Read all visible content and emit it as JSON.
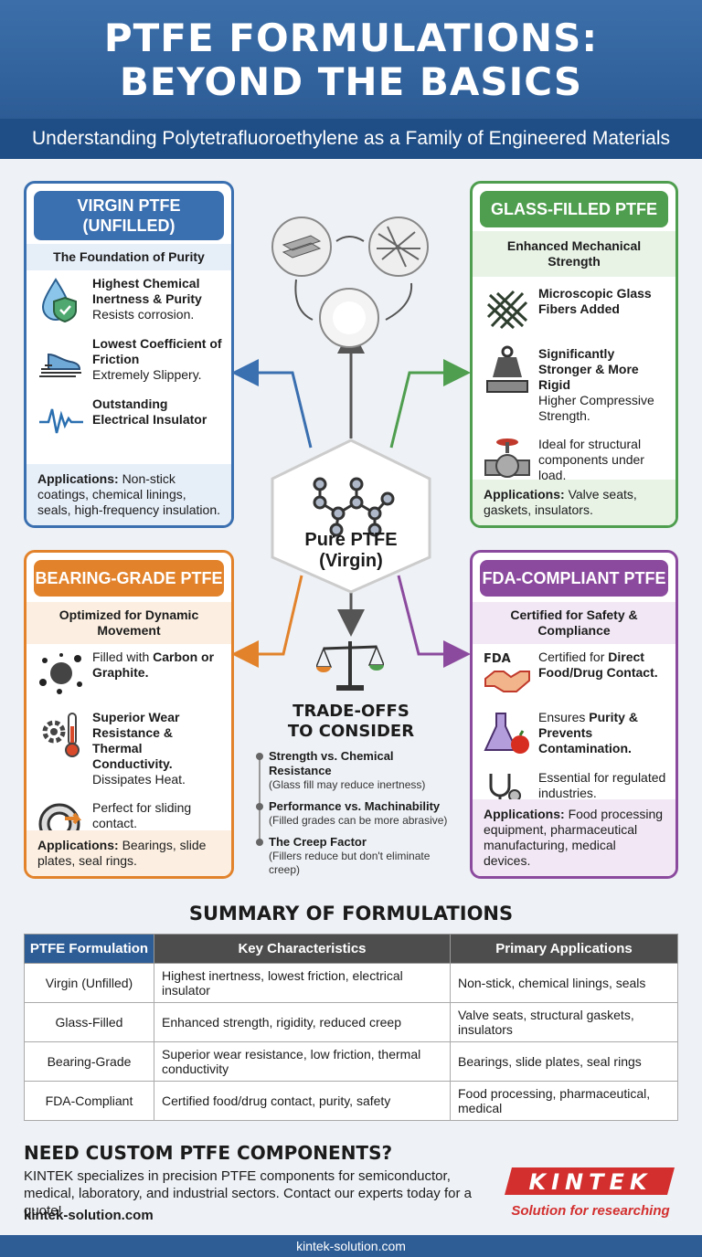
{
  "header": {
    "title_line1": "PTFE FORMULATIONS:",
    "title_line2": "BEYOND THE BASICS",
    "subtitle": "Understanding Polytetrafluoroethylene as a Family of Engineered Materials"
  },
  "colors": {
    "virgin": "#3a6fb0",
    "glass": "#4f9e4f",
    "bearing": "#e2832c",
    "fda": "#8b4a9e",
    "header": "#2e5d96"
  },
  "virgin": {
    "title": "VIRGIN PTFE (UNFILLED)",
    "subtitle": "The Foundation of Purity",
    "items": [
      {
        "icon": "water-drop-shield-icon",
        "bold": "Highest Chemical Inertness & Purity",
        "text": "Resists corrosion."
      },
      {
        "icon": "shoe-slip-icon",
        "bold": "Lowest Coefficient of Friction",
        "text": "Extremely Slippery."
      },
      {
        "icon": "waveform-icon",
        "bold": "Outstanding Electrical Insulator",
        "text": ""
      }
    ],
    "app_label": "Applications:",
    "app_text": "Non-stick coatings, chemical linings, seals, high-frequency insulation."
  },
  "glass": {
    "title": "GLASS-FILLED PTFE",
    "subtitle": "Enhanced Mechanical Strength",
    "items": [
      {
        "icon": "glass-fiber-icon",
        "bold": "Microscopic Glass Fibers Added",
        "text": ""
      },
      {
        "icon": "weight-icon",
        "bold": "Significantly Stronger & More Rigid",
        "text": "Higher Compressive Strength."
      },
      {
        "icon": "valve-icon",
        "bold": "",
        "text": "Ideal for structural components under load."
      }
    ],
    "app_label": "Applications:",
    "app_text": "Valve seats, gaskets, insulators."
  },
  "bearing": {
    "title": "BEARING-GRADE PTFE",
    "subtitle": "Optimized for Dynamic Movement",
    "items": [
      {
        "icon": "carbon-particles-icon",
        "pre": "Filled with",
        "bold": "Carbon or Graphite.",
        "text": ""
      },
      {
        "icon": "gear-thermometer-icon",
        "bold": "Superior Wear Resistance & Thermal Conductivity.",
        "text": "Dissipates Heat."
      },
      {
        "icon": "bearing-ring-icon",
        "bold": "",
        "text": "Perfect for sliding contact."
      }
    ],
    "app_label": "Applications:",
    "app_text": "Bearings, slide plates, seal rings."
  },
  "fda": {
    "title": "FDA-COMPLIANT PTFE",
    "subtitle": "Certified for Safety & Compliance",
    "items": [
      {
        "icon": "fda-handshake-icon",
        "pre": "Certified for",
        "bold": "Direct Food/Drug Contact.",
        "text": ""
      },
      {
        "icon": "flask-apple-icon",
        "pre": "Ensures",
        "bold": "Purity & Prevents Contamination.",
        "text": ""
      },
      {
        "icon": "stethoscope-icon",
        "bold": "",
        "text": "Essential for regulated industries."
      }
    ],
    "app_label": "Applications:",
    "app_text": "Food processing equipment, pharmaceutical manufacturing, medical devices."
  },
  "center": {
    "label_line1": "Pure PTFE",
    "label_line2": "(Virgin)"
  },
  "tradeoffs": {
    "title_line1": "TRADE-OFFS",
    "title_line2": "TO CONSIDER",
    "items": [
      {
        "bold": "Strength vs. Chemical Resistance",
        "note": "(Glass fill may reduce inertness)"
      },
      {
        "bold": "Performance vs. Machinability",
        "note": "(Filled grades can be more abrasive)"
      },
      {
        "bold": "The Creep Factor",
        "note": "(Fillers reduce but don't eliminate creep)"
      }
    ]
  },
  "summary": {
    "title": "SUMMARY OF FORMULATIONS",
    "headers": [
      "PTFE Formulation",
      "Key Characteristics",
      "Primary Applications"
    ],
    "rows": [
      [
        "Virgin (Unfilled)",
        "Highest inertness, lowest friction, electrical insulator",
        "Non-stick, chemical linings, seals"
      ],
      [
        "Glass-Filled",
        "Enhanced strength, rigidity, reduced creep",
        "Valve seats, structural gaskets, insulators"
      ],
      [
        "Bearing-Grade",
        "Superior wear resistance, low friction, thermal conductivity",
        "Bearings, slide plates, seal rings"
      ],
      [
        "FDA-Compliant",
        "Certified food/drug contact, purity, safety",
        "Food processing, pharmaceutical, medical"
      ]
    ]
  },
  "cta": {
    "heading": "NEED CUSTOM PTFE COMPONENTS?",
    "body": "KINTEK specializes in precision PTFE components for semiconductor, medical, laboratory, and industrial sectors. Contact our experts today for a quote!",
    "website": "kintek-solution.com",
    "logo_text": "KINTEK",
    "logo_tagline": "Solution for researching"
  },
  "footer": {
    "url": "kintek-solution.com"
  }
}
